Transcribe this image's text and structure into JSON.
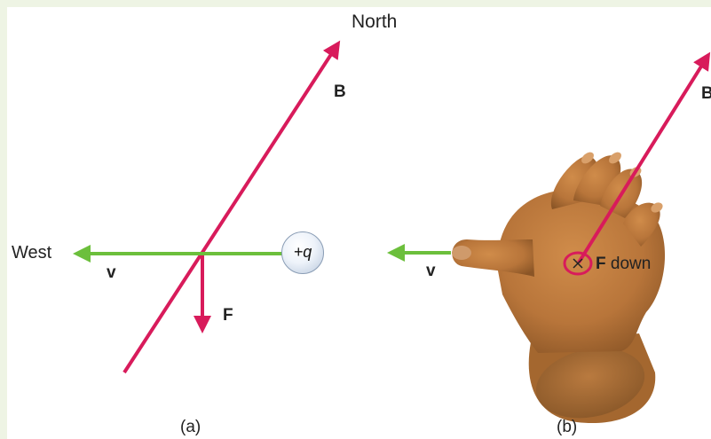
{
  "panel_a": {
    "north_label": "North",
    "b_label": "B",
    "west_label": "West",
    "v_label": "v",
    "f_label": "F",
    "charge_label": "+q",
    "caption": "(a)"
  },
  "panel_b": {
    "b_label": "B",
    "v_label": "v",
    "f_label": "F",
    "f_direction": "down",
    "caption": "(b)"
  },
  "colors": {
    "field_vector": "#d81b5b",
    "velocity_vector": "#6cbf3c",
    "force_vector": "#d81b5b",
    "hand_skin": "#b8753a",
    "background_border": "#eef4e4"
  }
}
